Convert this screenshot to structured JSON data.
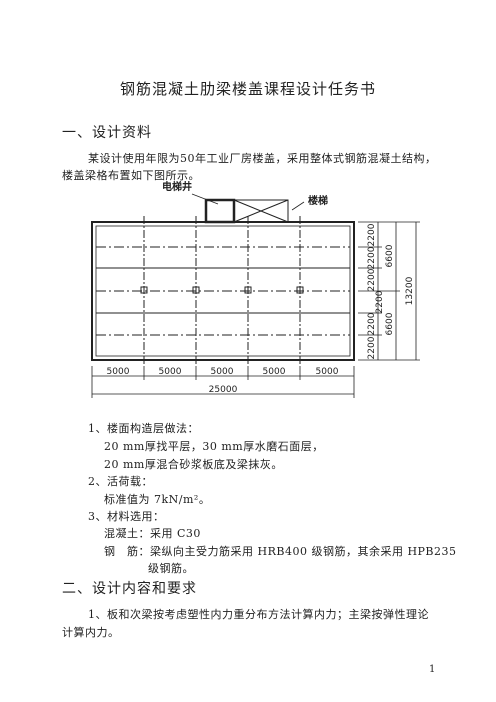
{
  "doc": {
    "title": "钢筋混凝土肋梁楼盖课程设计任务书",
    "section1": {
      "heading": "一、设计资料",
      "intro_line1": "某设计使用年限为50年工业厂房楼盖，采用整体式钢筋混凝土结构，",
      "intro_line2": "楼盖梁格布置如下图所示。"
    },
    "plan": {
      "label_elevator": "电梯井",
      "label_stairs": "楼梯",
      "bottom_dims": [
        "5000",
        "5000",
        "5000",
        "5000",
        "5000"
      ],
      "total_width": "25000",
      "right_dims_1": [
        "2200",
        "2200",
        "2200",
        "2200",
        "2200",
        "2200"
      ],
      "right_dims_2": [
        "6600",
        "6600"
      ],
      "right_total": "13200"
    },
    "items": {
      "item1_title": "1、楼面构造层做法：",
      "item1_line1": "20 mm厚找平层，30 mm厚水磨石面层，",
      "item1_line2": "20 mm厚混合砂浆板底及梁抹灰。",
      "item2_title": "2、活荷载：",
      "item2_line1": "标准值为 7kN/m²。",
      "item3_title": "3、材料选用：",
      "item3_line1": "混凝土：采用 C30",
      "item3_line2": "钢　筋：梁纵向主受力筋采用 HRB400 级钢筋，其余采用 HPB235",
      "item3_line3": "级钢筋。"
    },
    "section2": {
      "heading": "二、设计内容和要求",
      "line1": "1、板和次梁按考虑塑性内力重分布方法计算内力；主梁按弹性理论",
      "line2": "计算内力。"
    },
    "page_number": "1"
  }
}
